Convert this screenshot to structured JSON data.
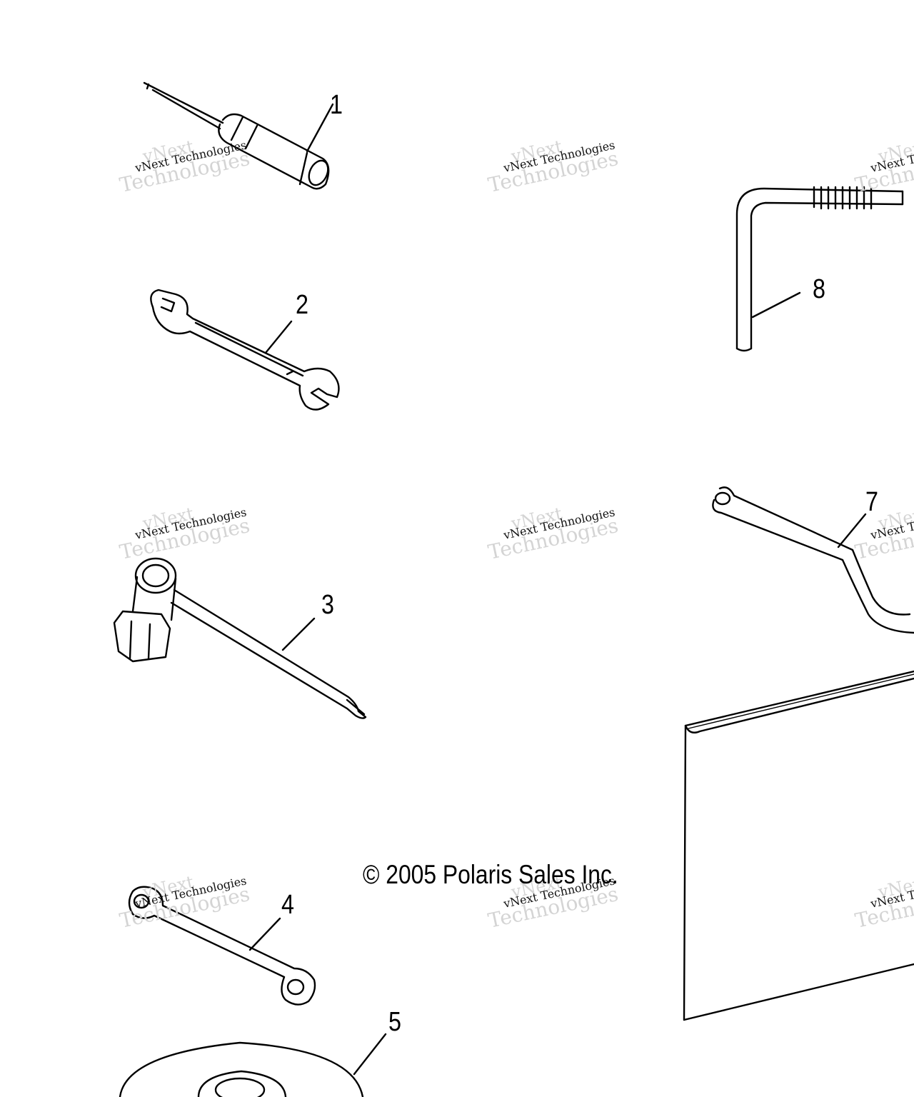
{
  "callouts": {
    "c1": "1",
    "c2": "2",
    "c3": "3",
    "c4": "4",
    "c5": "5",
    "c7": "7",
    "c8": "8"
  },
  "copyright": "© 2005 Polaris Sales Inc.",
  "watermark": {
    "small": "vNext Technologies",
    "large": "Technologies",
    "top": "vNext"
  },
  "colors": {
    "line": "#000000",
    "watermark": "#d4d4d4"
  }
}
